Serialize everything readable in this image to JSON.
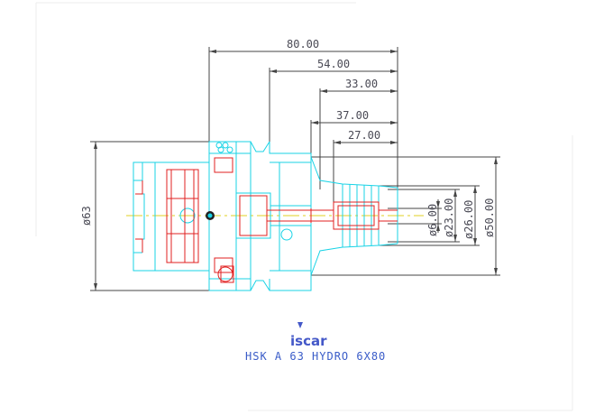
{
  "drawing": {
    "dimensions": {
      "overall_length": "80.00",
      "length_54": "54.00",
      "length_33": "33.00",
      "length_37": "37.00",
      "length_27": "27.00",
      "dia_63": "ø63",
      "dia_6": "ø6.00",
      "dia_23": "ø23.00",
      "dia_26": "ø26.00",
      "dia_50": "ø50.00"
    },
    "brand": "iscar",
    "caption": "HSK A 63 HYDRO 6X80"
  },
  "colors": {
    "outline_cyan": "#19d3e6",
    "hidden_red": "#e02020",
    "dimension": "#444444",
    "centerline": "#e0d020",
    "caption_blue": "#3a5cc8"
  }
}
